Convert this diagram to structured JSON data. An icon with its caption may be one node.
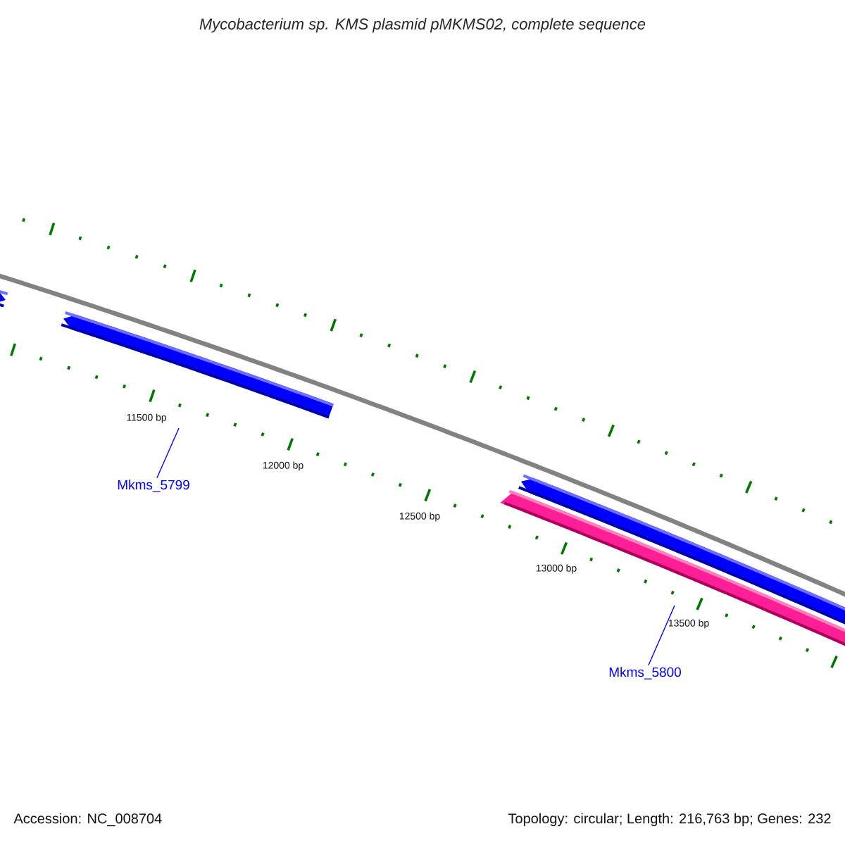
{
  "diagram": {
    "title": "*Mycobacterium sp. KMS plasmid pMKMS02, complete sequence*",
    "nodes": [
      {
        "text": [
          "Mkms_5799"
        ]
      },
      {
        "text": [
          "Mkms_5800"
        ]
      }
    ],
    "edges": [
      {
        "from": 0,
        "to": null,
        "arrow": "none"
      },
      {
        "from": 1,
        "to": null,
        "arrow": "none"
      }
    ],
    "labels": [
      "11500 bp",
      "12000 bp",
      "12500 bp",
      "13000 bp",
      "13500 bp",
      "Accession: NC_008704",
      "Topology: circular; Length: 216,763 bp; Genes: 232"
    ]
  }
}
